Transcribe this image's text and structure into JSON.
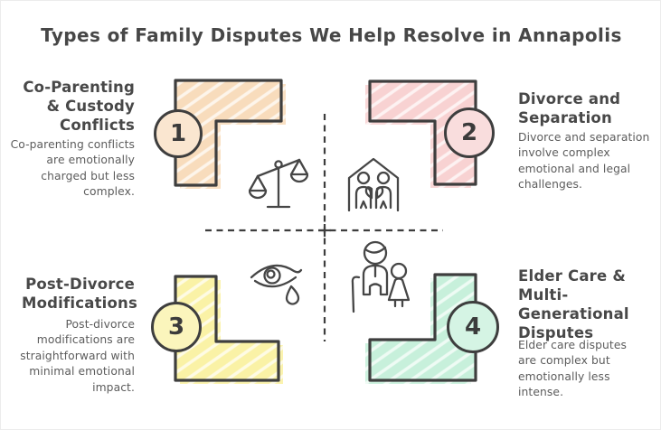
{
  "title": "Types of Family Disputes We Help Resolve in Annapolis",
  "quadrants": [
    {
      "number": "1",
      "heading": "Co-Parenting & Custody Conflicts",
      "description": "Co-parenting conflicts are emotionally charged but less complex.",
      "color": "#f8dcbc",
      "circle_color": "#fae6d0",
      "icon": "scales-of-justice-icon"
    },
    {
      "number": "2",
      "heading": "Divorce and Separation",
      "description": "Divorce and separation involve complex emotional and legal challenges.",
      "color": "#f8d2d2",
      "circle_color": "#f9dddd",
      "icon": "house-family-broken-heart-icon"
    },
    {
      "number": "3",
      "heading": "Post-Divorce Modifications",
      "description": "Post-divorce modifications are straightforward with minimal emotional impact.",
      "color": "#faf2a6",
      "circle_color": "#fbf5bc",
      "icon": "crying-eye-icon"
    },
    {
      "number": "4",
      "heading": "Elder Care & Multi-Generational Disputes",
      "description": "Elder care disputes are complex but emotionally less intense.",
      "color": "#c7f0db",
      "circle_color": "#d5f4e4",
      "icon": "elder-couple-icon"
    }
  ],
  "palette": {
    "outline": "#3e3e3e",
    "dashed_line": "#3d3d3d",
    "title_text": "#474747",
    "body_text": "#5c5c5c"
  }
}
